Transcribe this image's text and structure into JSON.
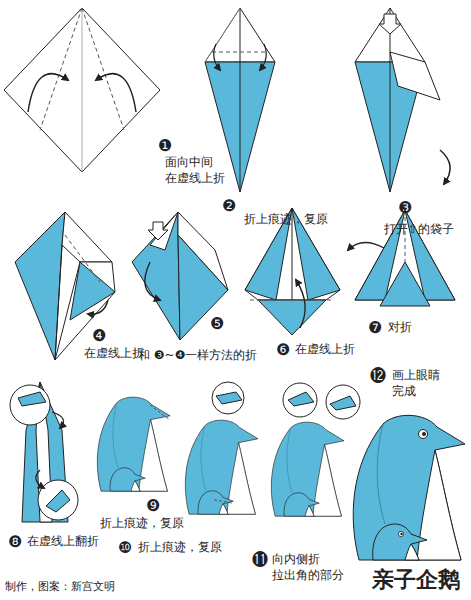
{
  "diagram": {
    "title": "亲子企鹅",
    "caption": "制作，图案：新宫文明",
    "labels": [
      "❶",
      "面向中间 在虚线上折",
      "❷",
      "折上痕迹，复原",
      "❸",
      "打开⇧的袋子",
      "❹",
      "在虚线上折",
      "❺",
      "和 ❸~❹一样方法的折",
      "❻",
      "在虚线上折",
      "❼",
      "对折",
      "❽",
      "在虚线上翻折",
      "❾",
      "折上痕迹，复原",
      "❿",
      "折上痕迹，复原",
      "⓫",
      "向内侧折 拉出角的部分",
      "⓬",
      "画上眼睛 完成"
    ]
  }
}
